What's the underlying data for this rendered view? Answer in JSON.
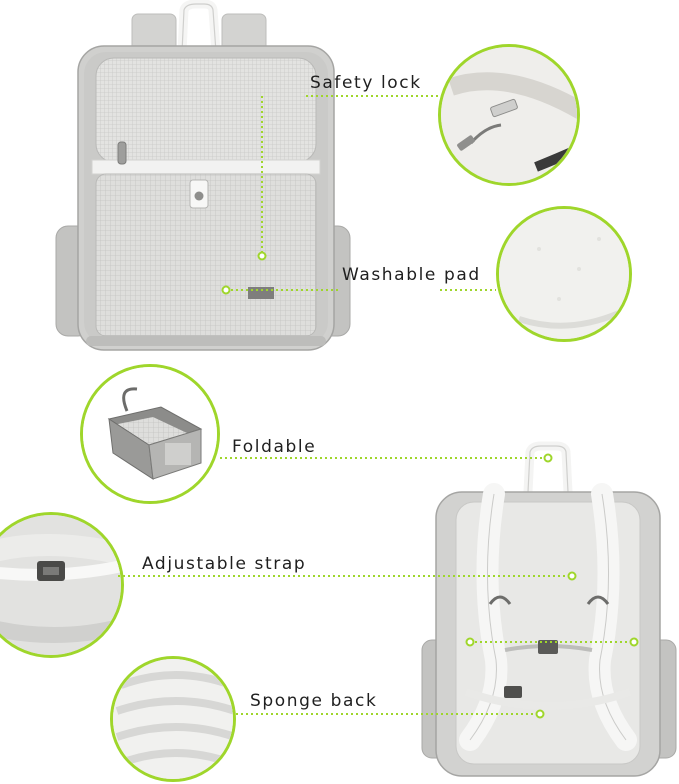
{
  "features": {
    "safety_lock": "Safety lock",
    "washable_pad": "Washable pad",
    "foldable": "Foldable",
    "adjustable_strap": "Adjustable strap",
    "sponge_back": "Sponge back"
  },
  "colors": {
    "accent": "#9fd62b",
    "fabric": "#cfcfcd",
    "mesh": "#dcdcda",
    "text": "#1f1f1f"
  }
}
